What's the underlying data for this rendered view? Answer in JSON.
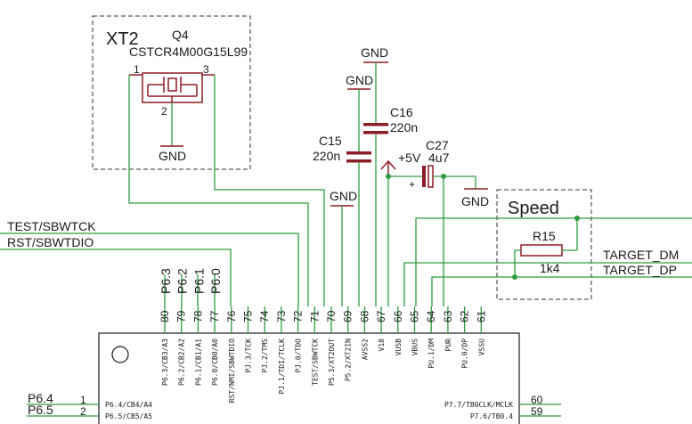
{
  "xt2": {
    "ref": "XT2",
    "part_ref": "Q4",
    "part_value": "CSTCR4M00G15L99",
    "pin1": "1",
    "pin2": "2",
    "pin3": "3",
    "gnd": "GND"
  },
  "speed": {
    "title": "Speed",
    "r_ref": "R15",
    "r_value": "1k4"
  },
  "caps": {
    "c15_ref": "C15",
    "c15_value": "220n",
    "c16_ref": "C16",
    "c16_value": "220n",
    "c27_ref": "C27",
    "c27_value": "4u7",
    "c27_plus": "+"
  },
  "supply": {
    "gnd_top": "GND",
    "gnd_c15": "GND",
    "gnd_avss": "GND",
    "gnd_c27": "GND",
    "plus5v": "+5V"
  },
  "nets": {
    "test_sbwtck": "TEST/SBWTCK",
    "rst_sbwtdio": "RST/SBWTDIO",
    "target_dm": "TARGET_DM",
    "target_dp": "TARGET_DP",
    "p64": "P6.4",
    "p65": "P6.5"
  },
  "p6_rotated": [
    "P6.3",
    "P6.2",
    "P6.1",
    "P6.0"
  ],
  "top_pins": [
    {
      "num": "80",
      "name": "P6.3/CB3/A3"
    },
    {
      "num": "79",
      "name": "P6.2/CB2/A2"
    },
    {
      "num": "78",
      "name": "P6.1/CB1/A1"
    },
    {
      "num": "77",
      "name": "P6.0/CB0/A0"
    },
    {
      "num": "76",
      "name": "RST/NMI/SBWTDIO"
    },
    {
      "num": "75",
      "name": "PJ.3/TCK"
    },
    {
      "num": "74",
      "name": "PJ.2/TMS"
    },
    {
      "num": "73",
      "name": "PJ.1/TDI/TCLK"
    },
    {
      "num": "72",
      "name": "PJ.0/TDO"
    },
    {
      "num": "71",
      "name": "TEST/SBWTCK"
    },
    {
      "num": "70",
      "name": "P5.3/XT2OUT"
    },
    {
      "num": "69",
      "name": "P5.2/XT2IN"
    },
    {
      "num": "68",
      "name": "AVSS2"
    },
    {
      "num": "67",
      "name": "V18"
    },
    {
      "num": "66",
      "name": "VUSB"
    },
    {
      "num": "65",
      "name": "VBUS"
    },
    {
      "num": "64",
      "name": "PU.1/DM"
    },
    {
      "num": "63",
      "name": "PUR"
    },
    {
      "num": "62",
      "name": "PU.0/DP"
    },
    {
      "num": "61",
      "name": "VSSU"
    }
  ],
  "left_pins": [
    {
      "num": "1",
      "name": "P6.4/CB4/A4"
    },
    {
      "num": "2",
      "name": "P6.5/CB5/A5"
    }
  ],
  "right_pins": [
    {
      "num": "60",
      "name": "P7.7/TB0CLK/MCLK"
    },
    {
      "num": "59",
      "name": "P7.6/TB0.4"
    }
  ]
}
